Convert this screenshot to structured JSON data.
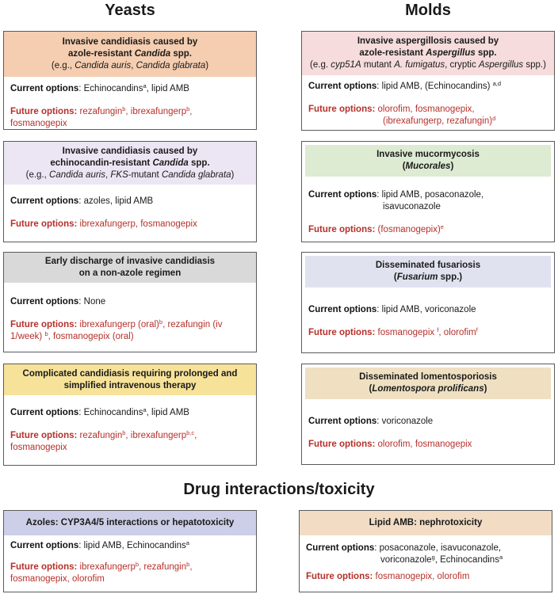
{
  "columns": {
    "yeasts": "Yeasts",
    "molds": "Molds"
  },
  "section_title": "Drug interactions/toxicity",
  "colors": {
    "peach": "#f5cdb0",
    "lavender": "#ece6f4",
    "grey": "#d9d9d9",
    "yellow": "#f7e29a",
    "pink": "#f6dcdc",
    "green": "#dcebd2",
    "blue_grey": "#e0e3ef",
    "tan": "#efe0c2",
    "azole_blue": "#cdcfe8",
    "amb_tan": "#f2dcc4",
    "future_red": "#b5302a"
  },
  "cards": {
    "y1": {
      "title_l1": "Invasive candidiasis caused by",
      "title_l2a": "azole-resistant ",
      "title_l2b": "Candida",
      "title_l2c": " spp.",
      "sub_a": "(e.g., ",
      "sub_b": "Candida auris",
      "sub_c": ", ",
      "sub_d": "Candida glabrata",
      "sub_e": ")",
      "cur_label": "Current options",
      "cur_a": ": Echinocandins",
      "cur_sup": "a",
      "cur_b": ", lipid AMB",
      "fut_label": "Future options:",
      "fut_a": "  rezafungin",
      "fut_sup1": "b",
      "fut_b": ",  ibrexafungerp",
      "fut_sup2": "b",
      "fut_c": ",  fosmanogepix"
    },
    "y2": {
      "title_l1": "Invasive candidiasis caused by",
      "title_l2a": "echinocandin-resistant ",
      "title_l2b": "Candida",
      "title_l2c": " spp.",
      "sub_a": "(e.g., ",
      "sub_b": "Candida auris",
      "sub_c": ", ",
      "sub_d": "FKS",
      "sub_e": "-mutant ",
      "sub_f": "Candida glabrata",
      "sub_g": ")",
      "cur_label": "Current options",
      "cur_a": ": azoles, lipid AMB",
      "fut_label": "Future options:",
      "fut_a": " ibrexafungerp,  fosmanogepix"
    },
    "y3": {
      "title_l1": "Early discharge of invasive candidiasis",
      "title_l2": "on a non-azole regimen",
      "cur_label": "Current options",
      "cur_a": ": None",
      "fut_label": "Future options:",
      "fut_a": " ibrexafungerp (oral)",
      "fut_sup1": "b",
      "fut_b": ", rezafungin (iv 1/week) ",
      "fut_sup2": "b",
      "fut_c": ", fosmanogepix (oral)"
    },
    "y4": {
      "title_l1": "Complicated candidiasis requiring prolonged and",
      "title_l2": "simplified intravenous therapy",
      "cur_label": "Current options",
      "cur_a": ": Echinocandins",
      "cur_sup": "a",
      "cur_b": ", lipid AMB",
      "fut_label": "Future options:",
      "fut_a": " rezafungin",
      "fut_sup1": "b",
      "fut_b": ", ibrexafungerp",
      "fut_sup2": "b,c",
      "fut_c": ", fosmanogepix"
    },
    "m1": {
      "title_l1": "Invasive aspergillosis caused by",
      "title_l2a": "azole-resistant ",
      "title_l2b": "Aspergillus",
      "title_l2c": " spp.",
      "sub_a": "(e.g. ",
      "sub_b": "cyp51A",
      "sub_c": " mutant ",
      "sub_d": "A. fumigatus",
      "sub_e": ", cryptic ",
      "sub_f": "Aspergillus",
      "sub_g": " spp.)",
      "cur_label": "Current options",
      "cur_a": ": lipid AMB, (Echinocandins) ",
      "cur_sup": "a,d",
      "fut_label": "Future options:",
      "fut_a": " olorofim, fosmanogepix,",
      "fut_b": "(ibrexafungerp, rezafungin)",
      "fut_sup": "d"
    },
    "m2": {
      "title_l1": "Invasive mucormycosis",
      "title_l2a": "(",
      "title_l2b": "Mucorales",
      "title_l2c": ")",
      "cur_label": "Current options",
      "cur_a": ": lipid AMB, posaconazole,",
      "cur_b": "isavuconazole",
      "fut_label": "Future options:",
      "fut_a": "  (fosmanogepix)",
      "fut_sup": "e"
    },
    "m3": {
      "title_l1": "Disseminated fusariosis",
      "title_l2a": "(",
      "title_l2b": "Fusarium",
      "title_l2c": " spp.)",
      "cur_label": "Current options",
      "cur_a": ": lipid AMB, voriconazole",
      "fut_label": "Future options:",
      "fut_a": " fosmanogepix ",
      "fut_sup1": "f",
      "fut_b": ", olorofim",
      "fut_sup2": "f"
    },
    "m4": {
      "title_l1": "Disseminated lomentosporiosis",
      "title_l2a": "(",
      "title_l2b": "Lomentospora prolificans",
      "title_l2c": ")",
      "cur_label": "Current options",
      "cur_a": ": voriconazole",
      "fut_label": "Future options:",
      "fut_a": "  olorofim, fosmanogepix"
    },
    "d1": {
      "title": "Azoles: CYP3A4/5 interactions or hepatotoxicity",
      "cur_label": "Current options",
      "cur_a": ": lipid AMB, Echinocandins",
      "cur_sup": "a",
      "fut_label": "Future options:",
      "fut_a": " ibrexafungerp",
      "fut_sup1": "b",
      "fut_b": ", rezafungin",
      "fut_sup2": "b",
      "fut_c": ", fosmanogepix, olorofim"
    },
    "d2": {
      "title": "Lipid AMB: nephrotoxicity",
      "cur_label": "Current options",
      "cur_a": ": posaconazole, isavuconazole,",
      "cur_b": "voriconazole",
      "cur_sup1": "g",
      "cur_c": ", Echinocandins",
      "cur_sup2": "a",
      "fut_label": "Future options:",
      "fut_a": " fosmanogepix, olorofim"
    }
  }
}
